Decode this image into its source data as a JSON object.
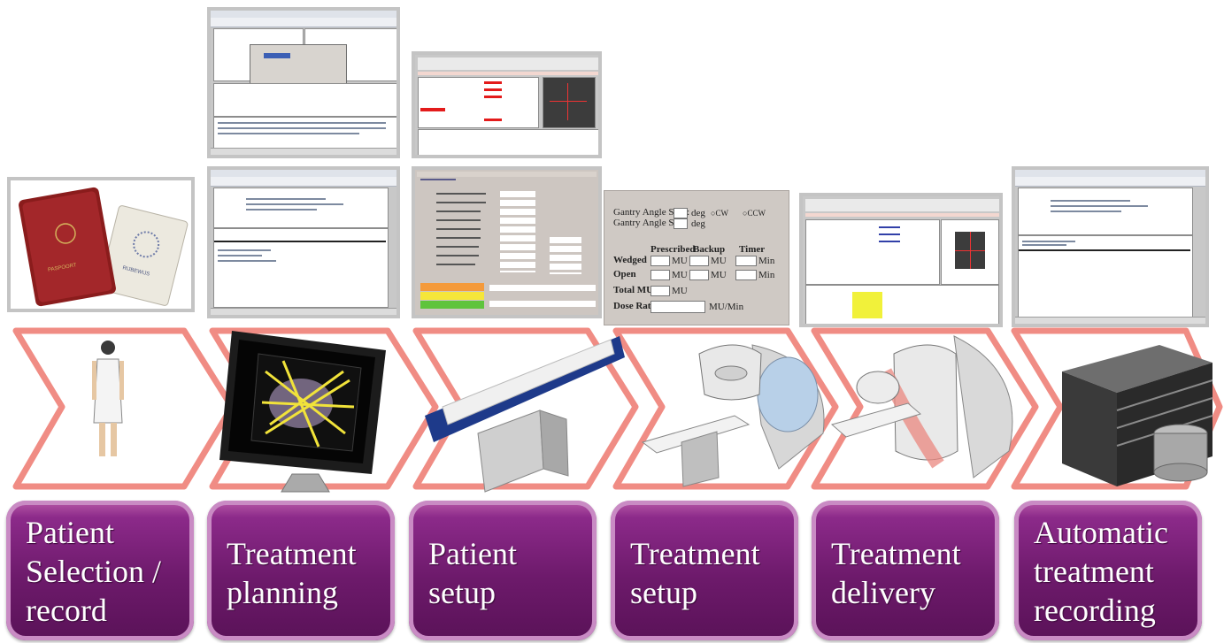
{
  "steps": [
    {
      "label": "Patient Selection / record",
      "lines": [
        "Patient",
        "Selection /",
        "record"
      ]
    },
    {
      "label": "Treatment planning",
      "lines": [
        "Treatment",
        "planning"
      ]
    },
    {
      "label": "Patient setup",
      "lines": [
        "Patient",
        "setup"
      ]
    },
    {
      "label": "Treatment setup",
      "lines": [
        "Treatment",
        "setup"
      ]
    },
    {
      "label": "Treatment delivery",
      "lines": [
        "Treatment",
        "delivery"
      ]
    },
    {
      "label": "Automatic treatment recording",
      "lines": [
        "Automatic",
        "treatment",
        "recording"
      ]
    }
  ],
  "icons": [
    "passport-icon",
    "patient-figure-icon",
    "planning-monitor-icon",
    "treatment-couch-icon",
    "linac-icon",
    "linac-gantry-icon",
    "server-database-icon"
  ],
  "passport": {
    "cover_text": "PASPOORT",
    "card_text": "RIJBEWIJS"
  },
  "setup_form": {
    "gantry_start": "Gantry Angle Start:",
    "gantry_stop": "Gantry Angle Stop",
    "deg": "deg",
    "cw": "CW",
    "ccw": "CCW",
    "prescribed": "Prescribed",
    "backup": "Backup",
    "timer": "Timer",
    "wedged": "Wedged",
    "open": "Open",
    "total_mu": "Total MU",
    "dose_rate": "Dose Rate",
    "mu": "MU",
    "min": "Min",
    "mu_min": "MU/Min"
  },
  "colors": {
    "chevron_stroke": "#f08c84",
    "label_fill": "#6d1a6b",
    "label_border": "#c98bc4"
  }
}
